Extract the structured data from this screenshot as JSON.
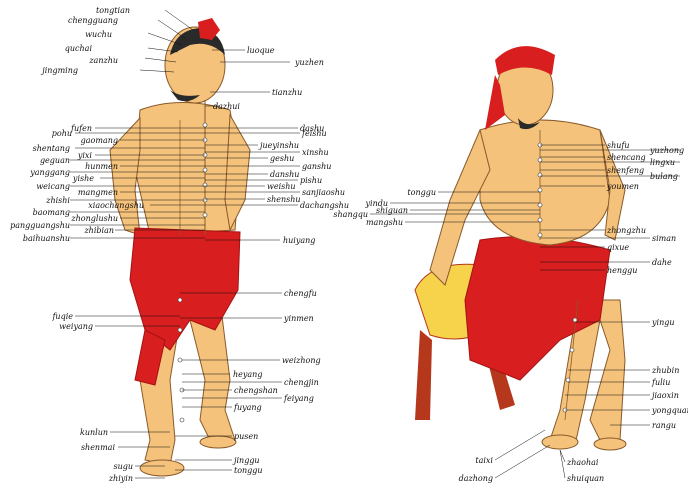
{
  "left_figure": {
    "labels_top": [
      "tongtian",
      "chengguang",
      "wuchu",
      "quchai",
      "zanzhu",
      "jingming",
      "luoque",
      "yuzhen",
      "tianzhu",
      "dazhui"
    ],
    "labels_left": [
      "fufen",
      "pohu",
      "gaomang",
      "shentang",
      "yixi",
      "geguan",
      "hunmen",
      "yanggang",
      "yishe",
      "weicang",
      "mangmen",
      "zhishi",
      "xiaochangshu",
      "baomang",
      "zhonglushu",
      "pangguangshu",
      "zhibian",
      "baihuanshu"
    ],
    "labels_right": [
      "dashu",
      "feishu",
      "jueyinshu",
      "xinshu",
      "geshu",
      "ganshu",
      "danshu",
      "pishu",
      "weishu",
      "sanjiaoshu",
      "shenshu",
      "dachangshu",
      "huiyang",
      "chengfu",
      "yinmen"
    ],
    "labels_leg": [
      "fuqie",
      "weiyang",
      "weizhong",
      "heyang",
      "chengjin",
      "chengshan",
      "feiyang",
      "fuyang",
      "kunlun",
      "shenmai",
      "pusen",
      "jinggu",
      "tonggu",
      "sugu",
      "zhiyin"
    ]
  },
  "right_figure": {
    "labels_right": [
      "shufu",
      "yuzhong",
      "shencang",
      "lingxu",
      "shenfeng",
      "bulang",
      "youmen",
      "tonggu",
      "yindu",
      "shiguan",
      "shangqu",
      "mangshu",
      "zhongzhu",
      "siman",
      "qixue",
      "dahe",
      "henggu",
      "yingu",
      "zhubin",
      "fuliu",
      "jiaoxin",
      "yongquan",
      "rangu"
    ],
    "labels_bottom": [
      "taixi",
      "dazhong",
      "zhaohai",
      "shuiquan"
    ]
  },
  "colors": {
    "skin": "#f4c27a",
    "skin_dark": "#e0a35a",
    "red_cloth": "#d81e1e",
    "red_dark": "#a51212",
    "hair": "#2a2a2a",
    "stool_wood": "#b5381c",
    "stool_gold": "#f6d34a"
  }
}
